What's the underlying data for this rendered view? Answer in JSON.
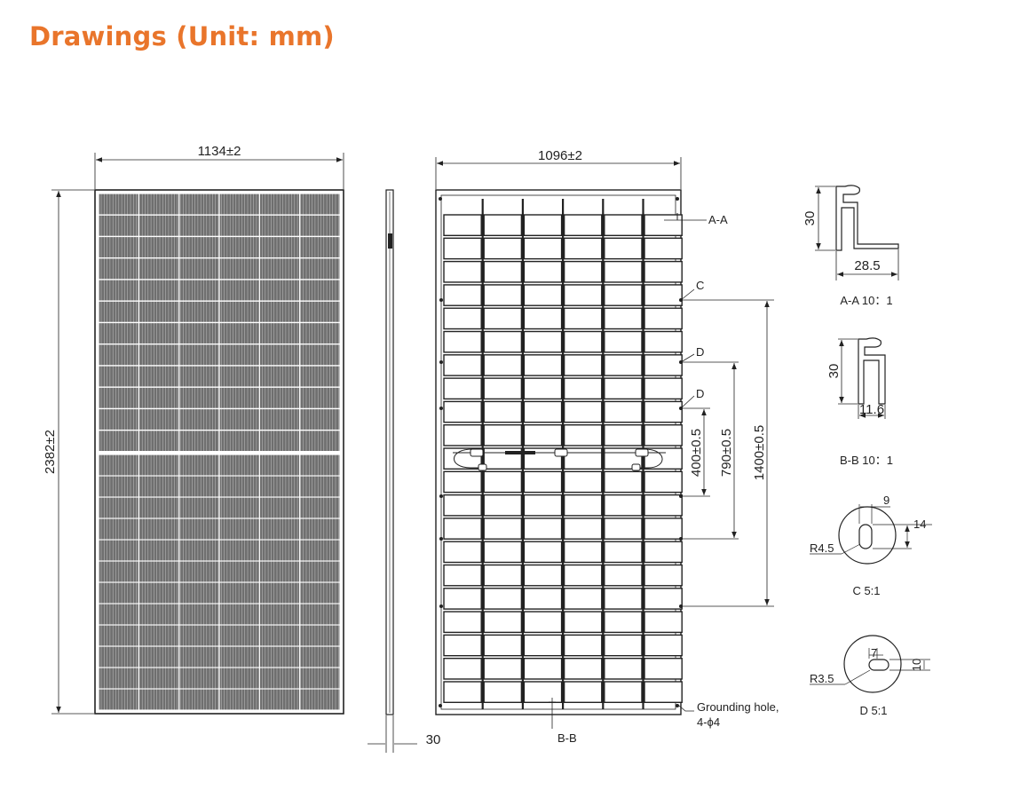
{
  "title": "Drawings (Unit: mm)",
  "colors": {
    "accent": "#E9752B",
    "line": "#222222",
    "cell": "#6f6f6f"
  },
  "front_view": {
    "width_label": "1134±2",
    "height_label": "2382±2"
  },
  "side_view": {
    "thickness_label": "30"
  },
  "rear_view": {
    "width_label": "1096±2",
    "hole_spacing_labels": [
      "400±0.5",
      "790±0.5",
      "1400±0.5"
    ],
    "section_aa": "A-A",
    "section_bb": "B-B",
    "detail_c": "C",
    "detail_d_top": "D",
    "detail_d_bottom": "D",
    "grounding_line1": "Grounding hole,",
    "grounding_line2": "4-ϕ4"
  },
  "details": {
    "aa": {
      "height": "30",
      "width": "28.5",
      "caption": "A-A 10：1"
    },
    "bb": {
      "height": "30",
      "width": "11.6",
      "caption": "B-B 10：1"
    },
    "c": {
      "dim_a": "9",
      "dim_b": "14",
      "radius": "R4.5",
      "caption": "C 5:1"
    },
    "d": {
      "dim_a": "7",
      "dim_b": "10",
      "radius": "R3.5",
      "caption": "D 5:1"
    }
  }
}
